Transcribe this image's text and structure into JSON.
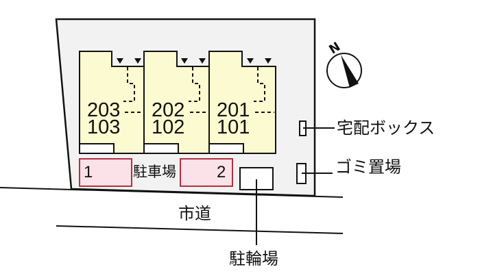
{
  "units": [
    {
      "upper": "203",
      "lower": "103"
    },
    {
      "upper": "202",
      "lower": "102"
    },
    {
      "upper": "201",
      "lower": "101"
    }
  ],
  "parking": {
    "label": "駐車場",
    "spaces": [
      "1",
      "2"
    ]
  },
  "road_label": "市道",
  "bicycle_parking_label": "駐輪場",
  "delivery_box_label": "宅配ボックス",
  "garbage_area_label": "ゴミ置場",
  "compass_label": "N",
  "colors": {
    "lot": "#f2f2f2",
    "building": "#fbfad0",
    "parking": "#fbe1e8",
    "parking_border": "#b03040"
  }
}
